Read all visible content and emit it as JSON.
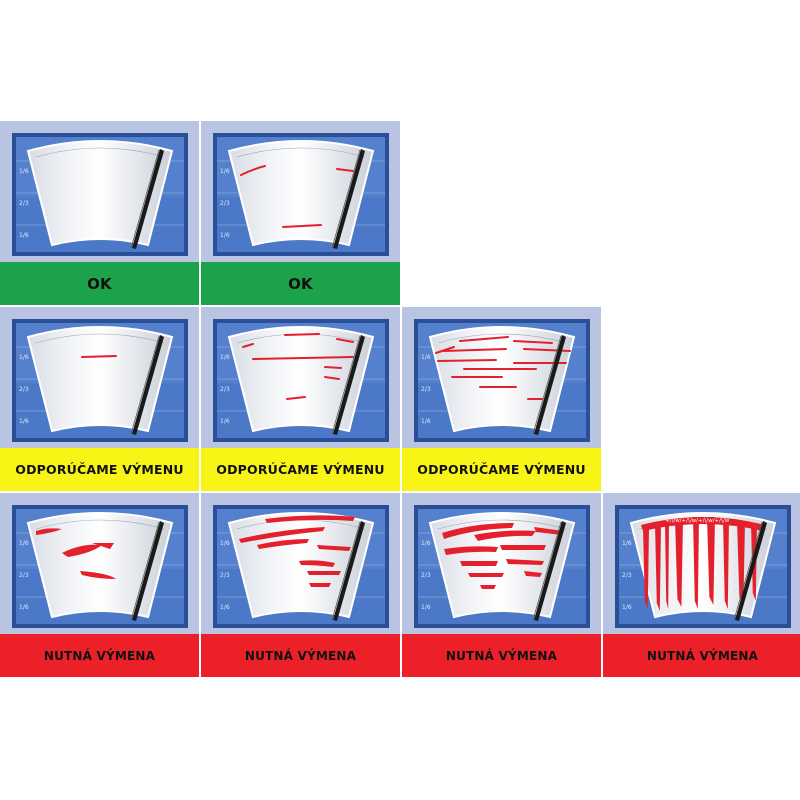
{
  "colors": {
    "panel": "#b8c4e2",
    "screen": "#4c78c8",
    "ok": "#1ba24a",
    "recommend": "#f7f416",
    "required": "#eb2028",
    "streak": "#e3202b"
  },
  "ticks": [
    "1/6",
    "2/3",
    "1/6"
  ],
  "overlay_text": "+/\\/w/+/\\/w/+/\\/w/+/\\/w",
  "cells": [
    {
      "id": "c1",
      "row": 0,
      "col": 0,
      "status": "ok",
      "label": "OK",
      "damage": "none"
    },
    {
      "id": "c2",
      "row": 0,
      "col": 1,
      "status": "ok",
      "label": "OK",
      "damage": "light"
    },
    {
      "id": "c3",
      "row": 1,
      "col": 0,
      "status": "recommend",
      "label": "ODPORÚČAME VÝMENU",
      "damage": "single"
    },
    {
      "id": "c4",
      "row": 1,
      "col": 1,
      "status": "recommend",
      "label": "ODPORÚČAME VÝMENU",
      "damage": "several"
    },
    {
      "id": "c5",
      "row": 1,
      "col": 2,
      "status": "recommend",
      "label": "ODPORÚČAME VÝMENU",
      "damage": "many"
    },
    {
      "id": "c6",
      "row": 2,
      "col": 0,
      "status": "required",
      "label": "NUTNÁ VÝMENA",
      "damage": "blobs"
    },
    {
      "id": "c7",
      "row": 2,
      "col": 1,
      "status": "required",
      "label": "NUTNÁ VÝMENA",
      "damage": "thick"
    },
    {
      "id": "c8",
      "row": 2,
      "col": 2,
      "status": "required",
      "label": "NUTNÁ VÝMENA",
      "damage": "heavy"
    },
    {
      "id": "c9",
      "row": 2,
      "col": 3,
      "status": "required",
      "label": "NUTNÁ VÝMENA",
      "damage": "severe"
    }
  ]
}
